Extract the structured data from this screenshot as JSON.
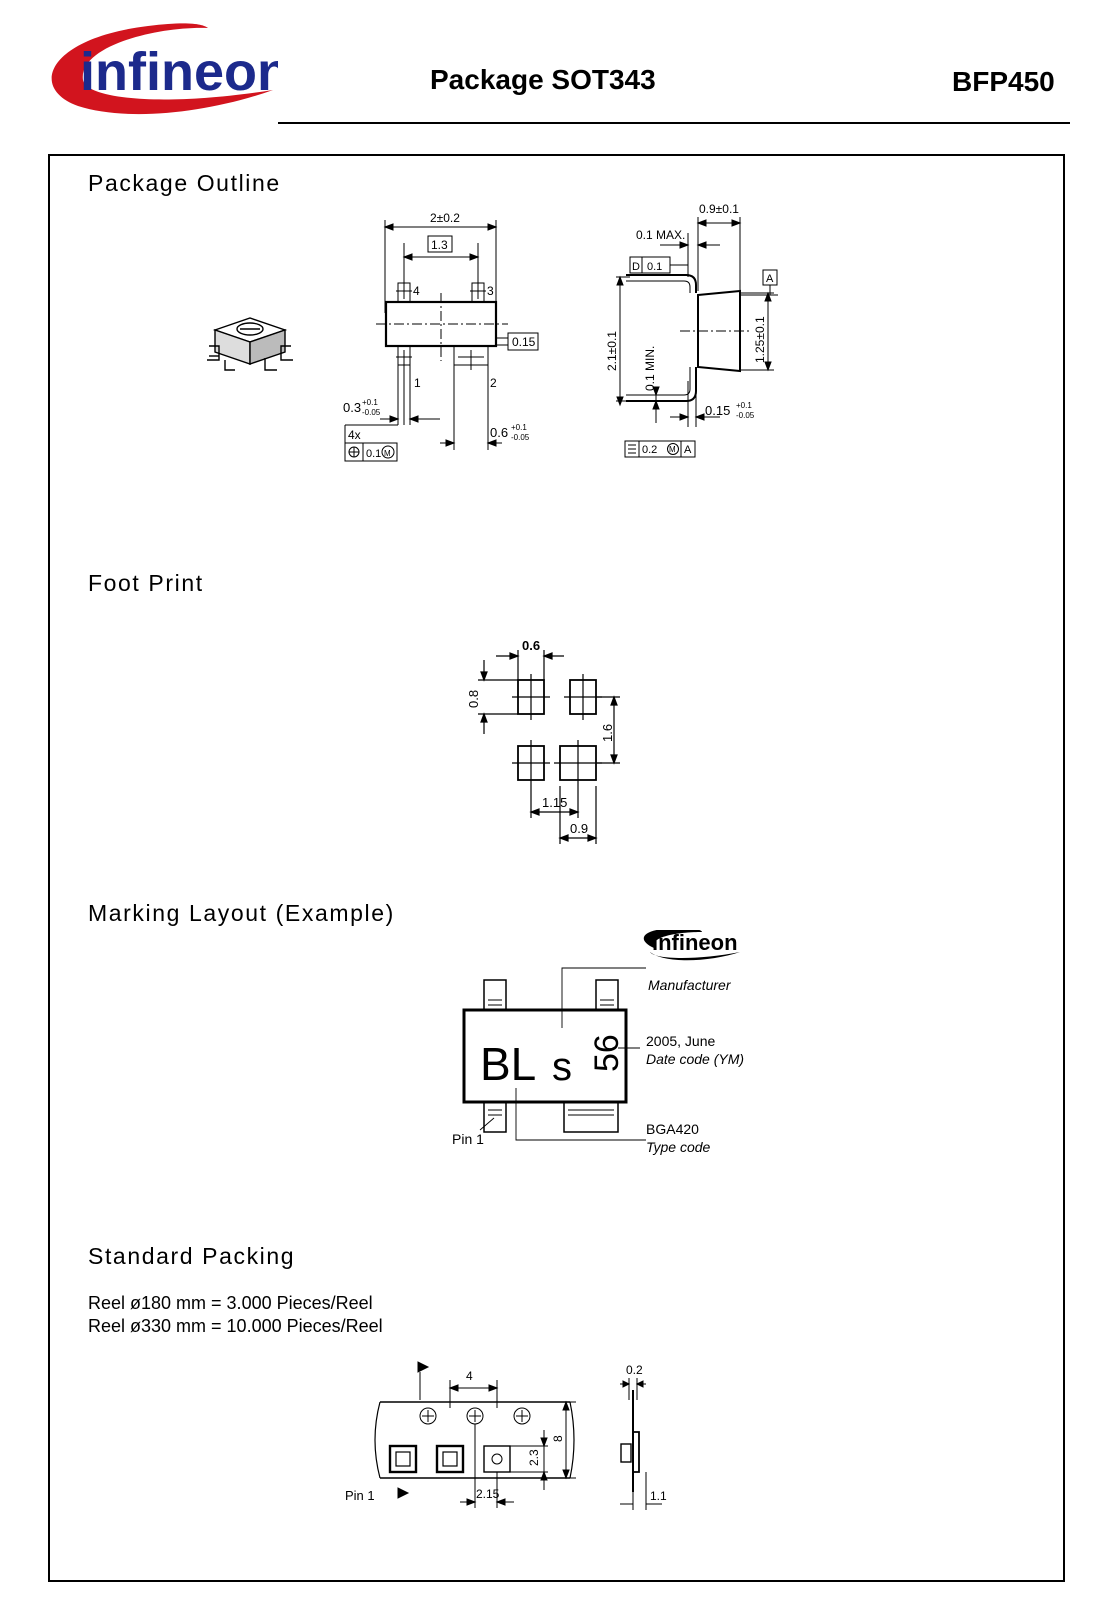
{
  "header": {
    "logo_text": "infineon",
    "title": "Package SOT343",
    "part": "BFP450"
  },
  "sections": {
    "package_outline": "Package Outline",
    "foot_print": "Foot Print",
    "marking_layout": "Marking Layout (Example)",
    "standard_packing": "Standard Packing"
  },
  "outline": {
    "top_view": {
      "width": "2±0.2",
      "pin_pitch": "1.3",
      "pin_4": "4",
      "pin_3": "3",
      "pin_1": "1",
      "pin_2": "2",
      "tolerance_box": "0.15",
      "lead_width": "0.3",
      "lead_width_tol_plus": "+0.1",
      "lead_width_tol_minus": "-0.05",
      "wide_lead": "0.6",
      "wide_lead_tol_plus": "+0.1",
      "wide_lead_tol_minus": "-0.05",
      "position_count": "4x",
      "position_tol": "0.1",
      "position_mod": "M"
    },
    "side_view": {
      "body_thickness": "0.9±0.1",
      "standoff": "0.1 MAX.",
      "datum_d": "D",
      "datum_d_val": "0.1",
      "datum_a": "A",
      "overall_height": "2.1±0.1",
      "lead_min": "0.1 MIN.",
      "body_height": "1.25±0.1",
      "lead_thickness": "0.15",
      "lead_thickness_tol_plus": "+0.1",
      "lead_thickness_tol_minus": "-0.05",
      "flatness": "0.2",
      "flatness_mod": "M",
      "flatness_ref": "A"
    }
  },
  "footprint": {
    "pad_width": "0.6",
    "pad_height": "0.8",
    "row_pitch": "1.6",
    "col_pitch": "1.15",
    "wide_pad": "0.9"
  },
  "marking": {
    "logo_text": "infineon",
    "manufacturer_label": "Manufacturer",
    "type_code_chars": "BL",
    "mark_s": "s",
    "date_chars": "56",
    "date_value": "2005, June",
    "date_label": "Date code (YM)",
    "type_value": "BGA420",
    "type_label": "Type code",
    "pin1_label": "Pin 1"
  },
  "packing": {
    "line1": "Reel ø180 mm = 3.000 Pieces/Reel",
    "line2": "Reel ø330 mm = 10.000 Pieces/Reel",
    "pitch": "4",
    "tape_width": "8",
    "cavity_depth": "2.3",
    "offset": "2.15",
    "tape_thickness": "0.2",
    "pocket_depth": "1.1",
    "pin1_label": "Pin 1"
  },
  "colors": {
    "brand_red": "#d2141e",
    "brand_blue": "#1c2a8c"
  }
}
